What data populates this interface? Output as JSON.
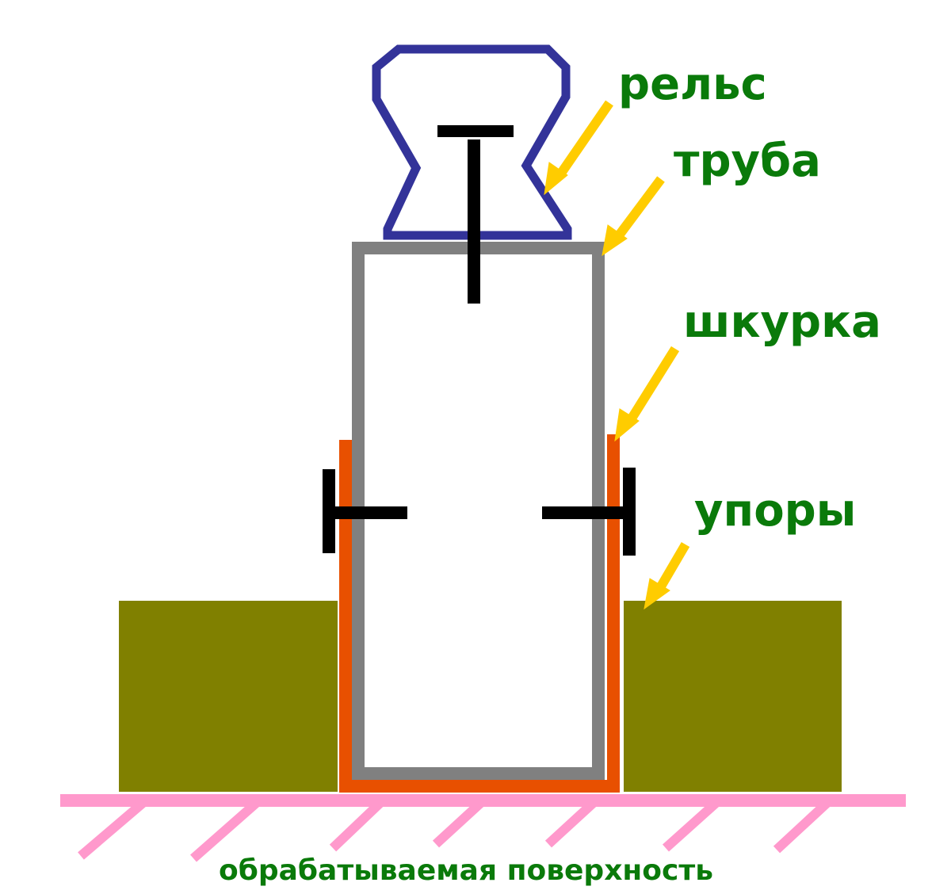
{
  "labels": {
    "rail": "рельс",
    "pipe": "труба",
    "sandpaper": "шкурка",
    "stops": "упоры",
    "surface": "обрабатываемая поверхность"
  },
  "colors": {
    "rail": "#333399",
    "pipe": "#808080",
    "sandpaper": "#e85000",
    "stops": "#808000",
    "surface": "#ff99cc",
    "arrows": "#ffcc00",
    "label_text": "#0a7a0a",
    "clamps": "#000000"
  }
}
